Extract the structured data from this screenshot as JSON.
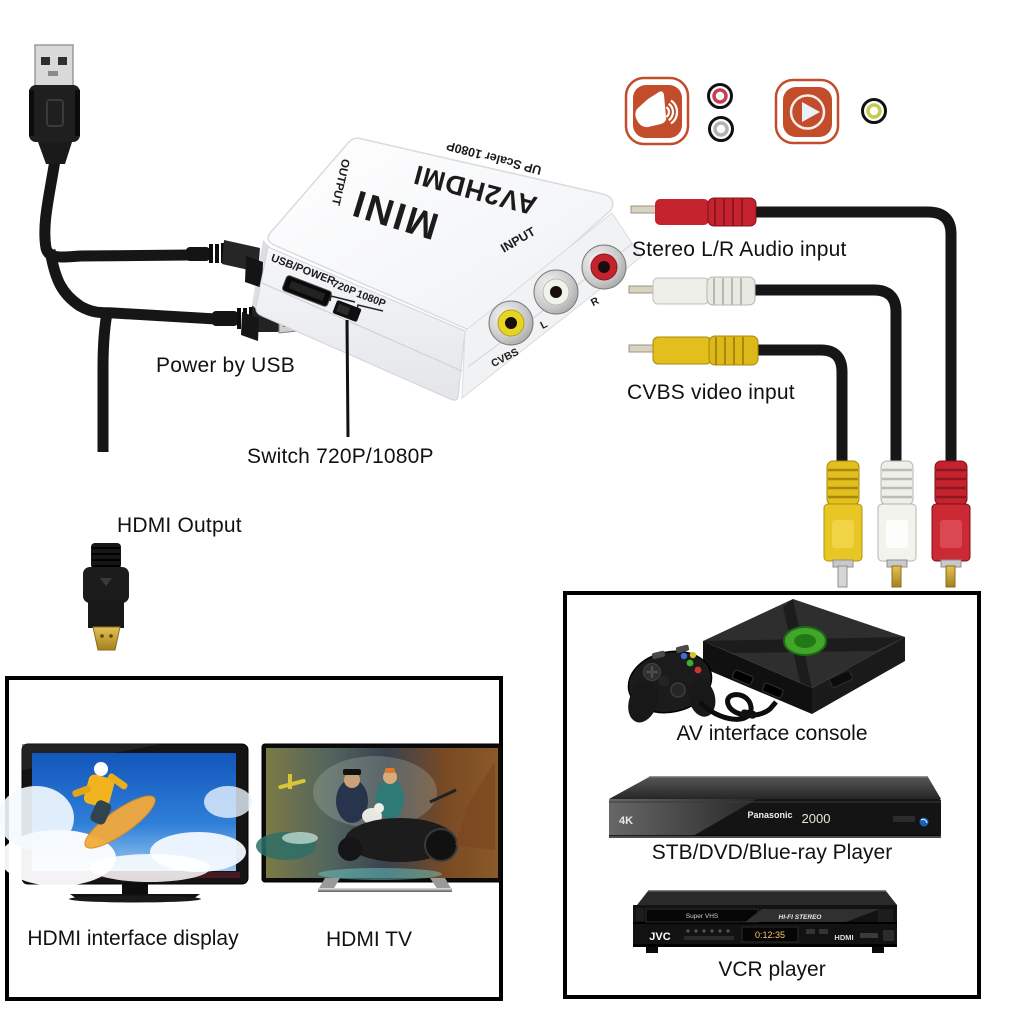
{
  "converter": {
    "brand": "MINI",
    "model": "AV2HDMI",
    "tagline": "UP Scaler 1080P",
    "side_output": "OUTPUT",
    "side_input": "INPUT",
    "usb_power": "USB/POWER",
    "switch_720": "720P",
    "switch_1080": "1080P",
    "jack_cvbs": "CVBS",
    "jack_l": "L",
    "jack_r": "R"
  },
  "annotations": {
    "power_by_usb": "Power by USB",
    "switch_label": "Switch 720P/1080P",
    "hdmi_output": "HDMI Output",
    "stereo_audio_input": "Stereo L/R Audio input",
    "cvbs_video_input": "CVBS video input"
  },
  "icons": {
    "audio_icon": "speaker-with-sound-waves",
    "video_icon": "play-button",
    "audio_jack_colors": [
      "red",
      "white"
    ],
    "video_jack_color": "yellow",
    "accent_color": "#c14d2b"
  },
  "left_panel": {
    "label_display": "HDMI interface display",
    "label_tv": "HDMI TV"
  },
  "right_panel": {
    "label_console": "AV interface console",
    "label_player": "STB/DVD/Blue-ray Player",
    "label_vcr": "VCR player",
    "dvd_brand": "Panasonic",
    "dvd_display": "2000",
    "dvd_badge": "4K",
    "vcr_brand": "JVC",
    "vcr_display": "0:12:35",
    "vcr_badge_stereo": "HI-FI STEREO",
    "vcr_badge_hdmi": "HDMI",
    "vcr_cassette": "Super VHS"
  },
  "colors": {
    "rca_red": "#c4232e",
    "rca_white": "#efefea",
    "rca_yellow": "#e2bf1c",
    "cable_black": "#181818",
    "console_green": "#41a62a"
  }
}
